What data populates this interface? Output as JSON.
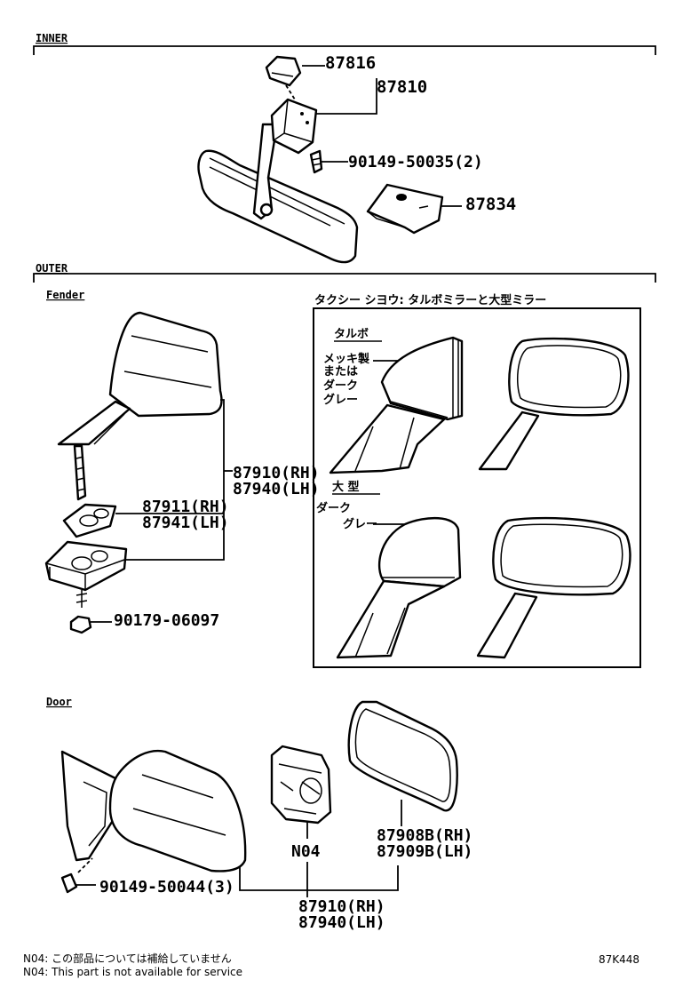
{
  "sections": {
    "inner": "INNER",
    "outer": "OUTER",
    "fender": "Fender",
    "door": "Door"
  },
  "taxi_box": {
    "title": "タクシー シヨウ:  タルボミラーと大型ミラー",
    "talbo": "タルボ",
    "talbo_color_1": "メッキ製",
    "talbo_color_2": "または",
    "talbo_color_3": "ダーク",
    "talbo_color_4": "グレー",
    "large": "大 型",
    "large_color_1": "ダーク",
    "large_color_2": "グレー"
  },
  "inner_parts": {
    "p87816": "87816",
    "p87810": "87810",
    "p90149_50035": "90149-50035(2)",
    "p87834": "87834"
  },
  "fender_parts": {
    "p87910": "87910(RH)",
    "p87940": "87940(LH)",
    "p87911": "87911(RH)",
    "p87941": "87941(LH)",
    "p90179": "90179-06097"
  },
  "door_parts": {
    "p87908": "87908B(RH)",
    "p87909": "87909B(LH)",
    "n04": "N04",
    "p90149_50044": "90149-50044(3)",
    "p87910": "87910(RH)",
    "p87940": "87940(LH)"
  },
  "footnotes": {
    "jp": "N04: この部品については補給していません",
    "en": "N04: This part is not available for service"
  },
  "ref_code": "87K448"
}
